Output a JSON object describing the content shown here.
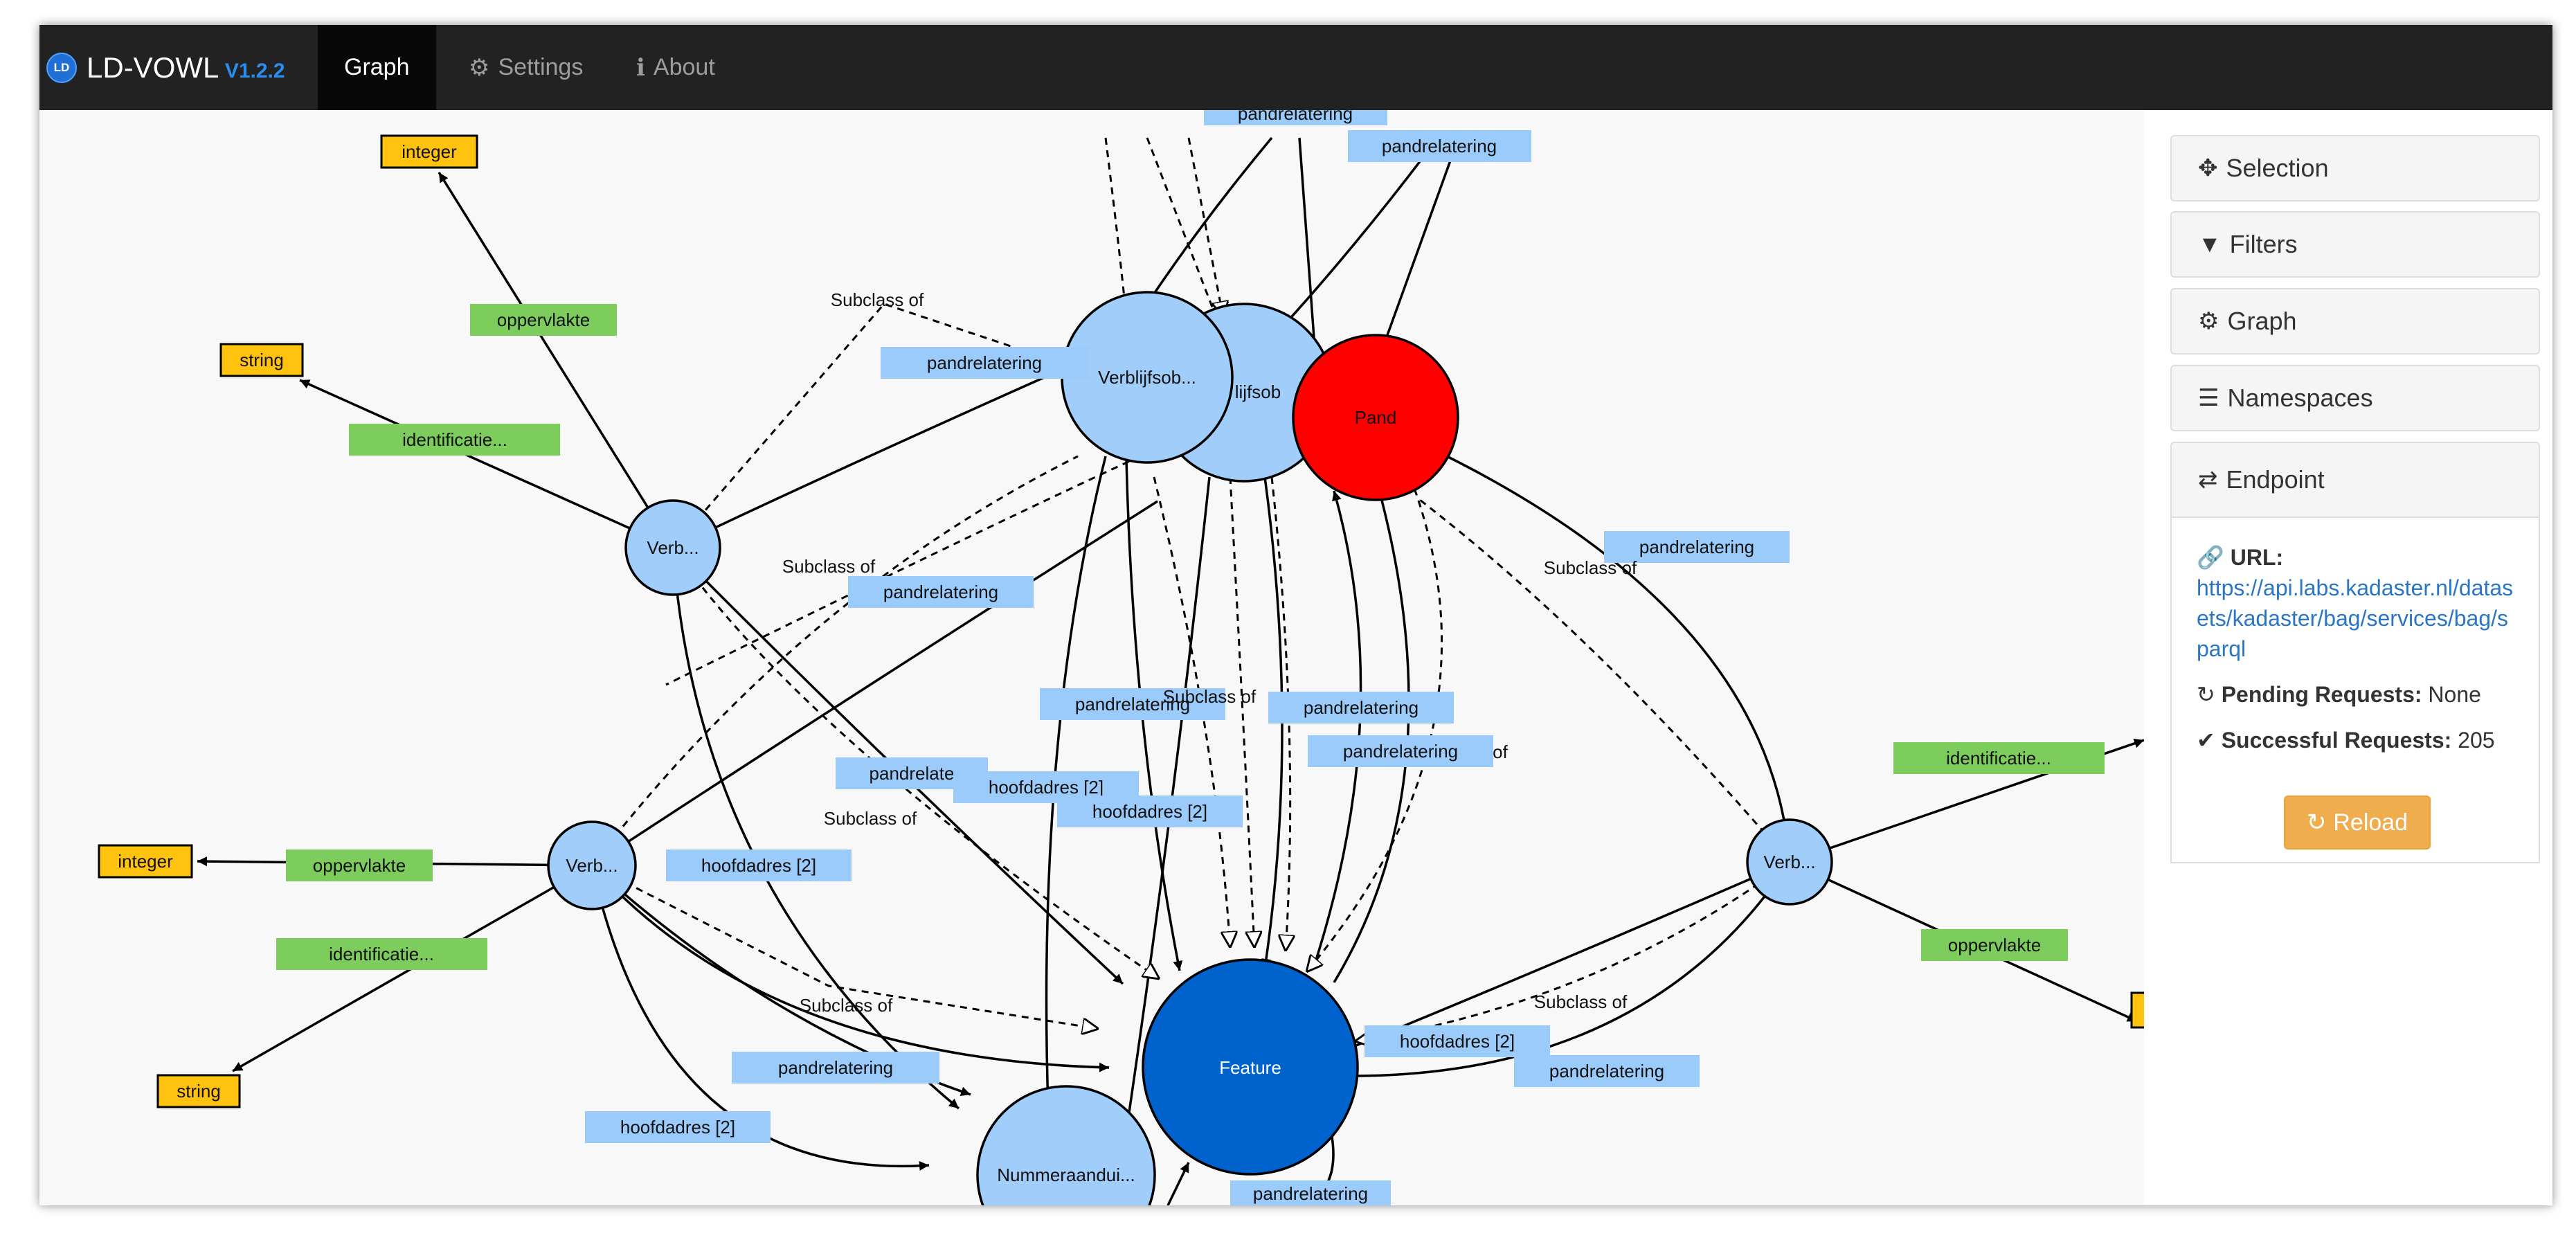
{
  "app": {
    "logo": "LD",
    "title": "LD-VOWL",
    "version": "V1.2.2"
  },
  "nav": {
    "graph": "Graph",
    "settings": "Settings",
    "about": "About"
  },
  "sidebar": {
    "selection": "Selection",
    "filters": "Filters",
    "graph": "Graph",
    "namespaces": "Namespaces",
    "endpoint": "Endpoint",
    "url_label": "URL:",
    "url": "https://api.labs.kadaster.nl/datasets/kadaster/bag/services/bag/sparql",
    "pending_label": "Pending Requests:",
    "pending_value": "None",
    "success_label": "Successful Requests:",
    "success_value": "205",
    "reload": "Reload"
  },
  "graph": {
    "nodes": {
      "verblijfsobject_a": "Verblijfsob...",
      "verblijfsobject_b": "lijfsob",
      "pand": "Pand",
      "feature": "Feature",
      "nummeraanduiding": "Nummeraandui...",
      "verb_1": "Verb...",
      "verb_2": "Verb...",
      "verb_3": "Verb..."
    },
    "datatypes": {
      "integer_1": "integer",
      "string_1": "string",
      "integer_2": "integer",
      "string_2": "string"
    },
    "green_labels": {
      "oppervlakte_1": "oppervlakte",
      "identificatie_1": "identificatie...",
      "oppervlakte_2": "oppervlakte",
      "identificatie_2": "identificatie...",
      "identificatie_3": "identificatie...",
      "oppervlakte_3": "oppervlakte"
    },
    "blue_labels": {
      "pr_1": "pandrelatering",
      "pr_2": "pandrelatering",
      "pr_3": "pandrelatering",
      "pr_4": "pandrelatering",
      "pr_5": "pandrelatering",
      "pr_6": "pandrelatering",
      "pr_7": "pandrelatering",
      "pr_8": "pandrelatering",
      "pr_9": "pandrelate",
      "pr_10": "pandrelatering",
      "pr_11": "pandrelatering",
      "pr_12": "pandrelatering",
      "hd_1": "hoofdadres [2]",
      "hd_2": "hoofdadres [2]",
      "hd_3": "hoofdadres [2]",
      "hd_4": "hoofdadres [2]",
      "hd_5": "hoofdadres [2]"
    },
    "subclass": {
      "s1": "Subclass of",
      "s2": "Subclass of",
      "s3": "Subclass of",
      "s4": "Subclass of",
      "s5": "Subclass of",
      "s6": "Subclass of",
      "s7": "Subclass of",
      "s8": "of"
    }
  },
  "colors": {
    "navbar": "#222222",
    "class_node": "#a0cdfa",
    "pand": "#ff0000",
    "feature": "#0062cc",
    "datatype": "#ffc20e",
    "green_label": "#7dcd5d",
    "blue_label": "#9bcbfa",
    "reload": "#f0ad4e"
  }
}
